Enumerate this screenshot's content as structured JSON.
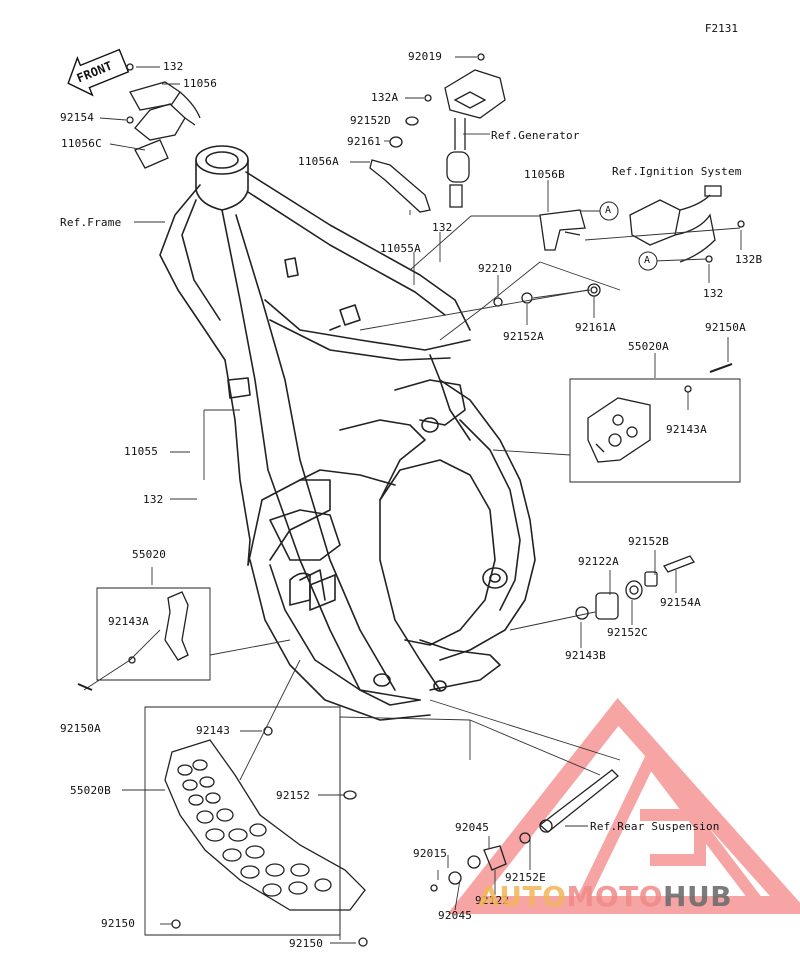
{
  "figure_code": "F2131",
  "front_label": "FRONT",
  "callout_letter": "A",
  "refs": {
    "generator": "Ref.Generator",
    "ignition": "Ref.Ignition System",
    "frame": "Ref.Frame",
    "rear_suspension": "Ref.Rear Suspension"
  },
  "parts": {
    "p132_top": "132",
    "p11056": "11056",
    "p92154": "92154",
    "p11056C": "11056C",
    "p92019": "92019",
    "p132A": "132A",
    "p92152D": "92152D",
    "p92161": "92161",
    "p11056A": "11056A",
    "p11056B": "11056B",
    "p132_mid": "132",
    "p11055A": "11055A",
    "p92210": "92210",
    "p92152A": "92152A",
    "p92161A": "92161A",
    "p132B": "132B",
    "p132_right": "132",
    "p92150A_right": "92150A",
    "p55020A": "55020A",
    "p92143A_right": "92143A",
    "p11055": "11055",
    "p132_left": "132",
    "p55020": "55020",
    "p92143A_left": "92143A",
    "p92150A_left": "92150A",
    "p92152B": "92152B",
    "p92122A": "92122A",
    "p92154A": "92154A",
    "p92152C": "92152C",
    "p92143B": "92143B",
    "p92143": "92143",
    "p55020B": "55020B",
    "p92152": "92152",
    "p92045_top": "92045",
    "p92015": "92015",
    "p92152E": "92152E",
    "p92122": "92122",
    "p92045_bottom": "92045",
    "p92150_left": "92150",
    "p92150_bottom": "92150"
  },
  "watermark": {
    "part1": "AUTO",
    "part2": "MOTO",
    "part3": "HUB",
    "color1": "#f2b65a",
    "color2": "#f08a8a",
    "color3": "#6e6e6e",
    "logo_color": "#f05a5a"
  }
}
